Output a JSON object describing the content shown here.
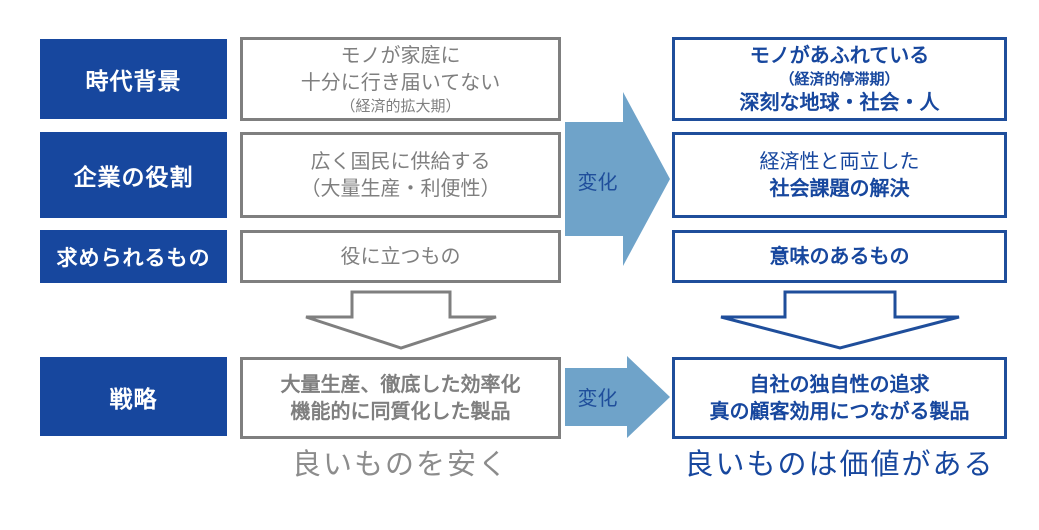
{
  "colors": {
    "label_bg": "#17479e",
    "old_border": "#7f7f7f",
    "new_border": "#1f4e9b",
    "arrow_fill": "#6fa3c9"
  },
  "rows": [
    {
      "label": "時代背景",
      "old": {
        "lines": [
          "モノが家庭に",
          "十分に行き届いてない",
          "（経済的拡大期）"
        ]
      },
      "new": {
        "lines": [
          "モノがあふれている",
          "（経済的停滞期）",
          "深刻な地球・社会・人"
        ]
      }
    },
    {
      "label": "企業の役割",
      "old": {
        "lines": [
          "広く国民に供給する",
          "（大量生産・利便性）"
        ]
      },
      "new": {
        "lines": [
          "経済性と両立した",
          "社会課題の解決"
        ]
      }
    },
    {
      "label": "求められるもの",
      "old": {
        "lines": [
          "役に立つもの"
        ]
      },
      "new": {
        "lines": [
          "意味のあるもの"
        ]
      }
    }
  ],
  "change_label_top": "変化",
  "strategy": {
    "label": "戦略",
    "old": {
      "lines": [
        "大量生産、徹底した効率化",
        "機能的に同質化した製品"
      ]
    },
    "new": {
      "lines": [
        "自社の独自性の追求",
        "真の顧客効用につながる製品"
      ]
    },
    "change_label": "変化"
  },
  "slogans": {
    "old": "良いものを安く",
    "new": "良いものは価値がある"
  }
}
